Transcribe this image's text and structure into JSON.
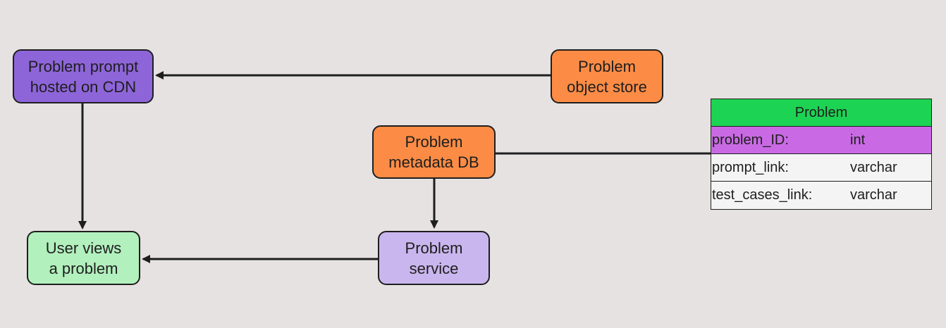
{
  "diagram": {
    "nodes": {
      "cdn": "Problem prompt\nhosted on CDN",
      "object_store": "Problem\nobject store",
      "metadata_db": "Problem\nmetadata  DB",
      "user_views": "User views\na problem",
      "service": "Problem\nservice"
    },
    "colors": {
      "cdn": "#8e65d9",
      "object_store": "#fc8c45",
      "metadata_db": "#fc8c45",
      "user_views": "#b2f0bd",
      "service": "#c9b6ee",
      "table_header": "#1dd353",
      "table_key_row": "#c96ae4",
      "background": "#e6e2e1"
    },
    "table": {
      "title": "Problem",
      "rows": [
        {
          "name": "problem_ID:",
          "type": "int"
        },
        {
          "name": "prompt_link:",
          "type": "varchar"
        },
        {
          "name": "test_cases_link:",
          "type": "varchar"
        }
      ]
    }
  }
}
